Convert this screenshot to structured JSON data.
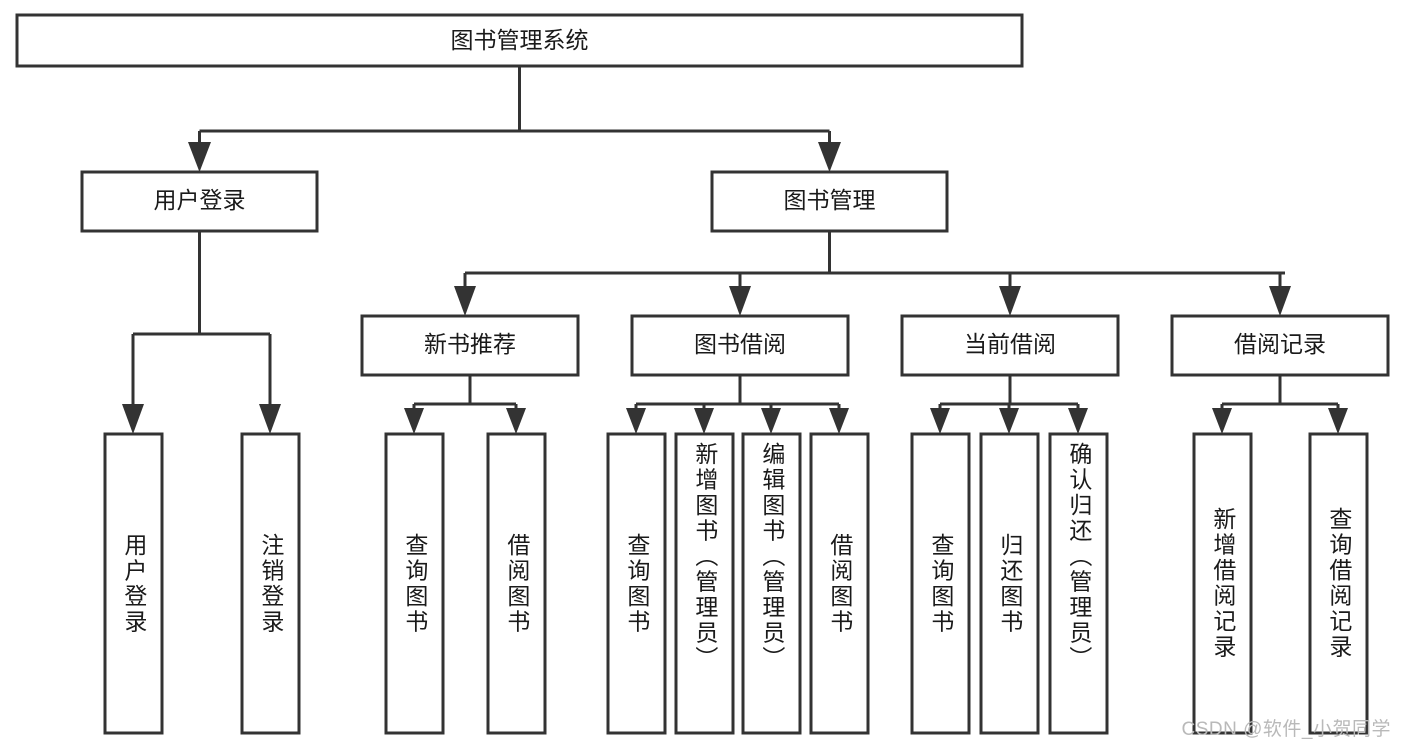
{
  "diagram": {
    "type": "tree-hierarchy",
    "title": "图书管理系统",
    "root": {
      "id": "root",
      "label": "图书管理系统",
      "orientation": "horizontal"
    },
    "level2": [
      {
        "id": "user-login",
        "label": "用户登录",
        "orientation": "horizontal"
      },
      {
        "id": "book-manage",
        "label": "图书管理",
        "orientation": "horizontal"
      }
    ],
    "level3": [
      {
        "id": "new-book-recommend",
        "label": "新书推荐",
        "orientation": "horizontal"
      },
      {
        "id": "book-borrow",
        "label": "图书借阅",
        "orientation": "horizontal"
      },
      {
        "id": "current-borrow",
        "label": "当前借阅",
        "orientation": "horizontal"
      },
      {
        "id": "borrow-record",
        "label": "借阅记录",
        "orientation": "horizontal"
      }
    ],
    "leaves": [
      {
        "id": "leaf-user-login",
        "label": "用户登录",
        "parent": "user-login",
        "orientation": "vertical"
      },
      {
        "id": "leaf-user-logout",
        "label": "注销登录",
        "parent": "user-login",
        "orientation": "vertical"
      },
      {
        "id": "leaf-query-book-1",
        "label": "查询图书",
        "parent": "new-book-recommend",
        "orientation": "vertical"
      },
      {
        "id": "leaf-borrow-book-1",
        "label": "借阅图书",
        "parent": "new-book-recommend",
        "orientation": "vertical"
      },
      {
        "id": "leaf-query-book-2",
        "label": "查询图书",
        "parent": "book-borrow",
        "orientation": "vertical"
      },
      {
        "id": "leaf-add-book",
        "label": "新增图书（管理员）",
        "parent": "book-borrow",
        "orientation": "vertical"
      },
      {
        "id": "leaf-edit-book",
        "label": "编辑图书（管理员）",
        "parent": "book-borrow",
        "orientation": "vertical"
      },
      {
        "id": "leaf-borrow-book-2",
        "label": "借阅图书",
        "parent": "book-borrow",
        "orientation": "vertical"
      },
      {
        "id": "leaf-query-book-3",
        "label": "查询图书",
        "parent": "current-borrow",
        "orientation": "vertical"
      },
      {
        "id": "leaf-return-book",
        "label": "归还图书",
        "parent": "current-borrow",
        "orientation": "vertical"
      },
      {
        "id": "leaf-confirm-return",
        "label": "确认归还（管理员）",
        "parent": "current-borrow",
        "orientation": "vertical"
      },
      {
        "id": "leaf-add-record",
        "label": "新增借阅记录",
        "parent": "borrow-record",
        "orientation": "vertical"
      },
      {
        "id": "leaf-query-record",
        "label": "查询借阅记录",
        "parent": "borrow-record",
        "orientation": "vertical"
      }
    ],
    "watermark": "CSDN @软件_小贺同学",
    "colors": {
      "stroke": "#333333",
      "fill": "#ffffff",
      "text": "#1a1a1a",
      "watermark": "#b9b9b9",
      "background": "#ffffff"
    }
  }
}
